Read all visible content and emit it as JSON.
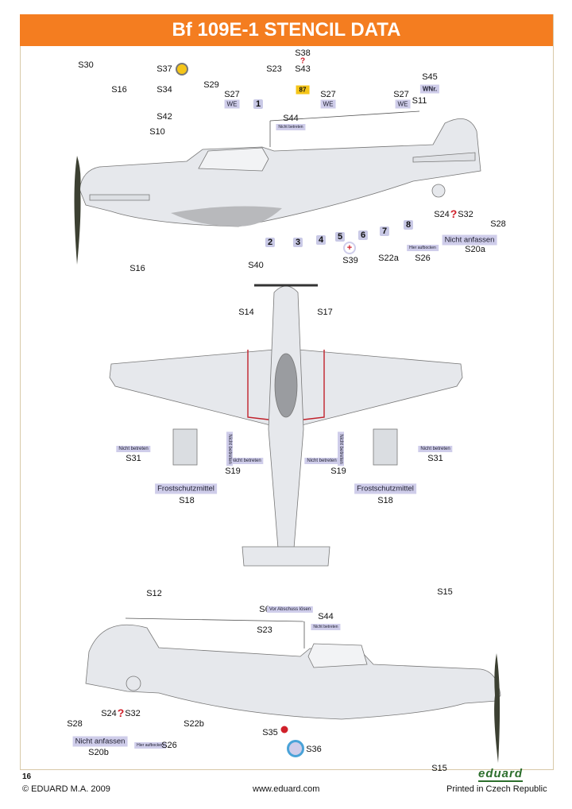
{
  "header": {
    "title": "Bf 109E-1 STENCIL DATA"
  },
  "top_view": {
    "labels": [
      "S30",
      "S16",
      "S37",
      "S34",
      "S29",
      "S27",
      "S42",
      "S10",
      "S23",
      "S38",
      "?",
      "S43",
      "S27",
      "S44",
      "S45",
      "S27",
      "S11",
      "S24",
      "S32",
      "S28",
      "S20a",
      "S39",
      "S22a",
      "S26",
      "S16",
      "S40"
    ],
    "numbers": [
      "1",
      "2",
      "3",
      "4",
      "5",
      "6",
      "7",
      "8"
    ],
    "tags": {
      "wnr": "WNr.",
      "we": "WE",
      "nicht_anfassen": "Nicht anfassen",
      "triangle_number": "87",
      "nicht_betreten": "Nicht betreten",
      "hier_aufbocken": "Hier aufbocken"
    }
  },
  "plan_view": {
    "labels": [
      "S14",
      "S17",
      "S31",
      "S31",
      "S19",
      "S19",
      "S18",
      "S18"
    ],
    "tags": {
      "frost": "Frostschutzmittel",
      "nicht_betreten": "Nicht betreten"
    }
  },
  "bottom_view": {
    "labels": [
      "S12",
      "S6",
      "S44",
      "S23",
      "S15",
      "S24",
      "S32",
      "S28",
      "S22b",
      "S20b",
      "S26",
      "S35",
      "S36",
      "S15",
      "?"
    ],
    "tags": {
      "vor_abschuss": "Vor Abschuss lösen",
      "nicht_anfassen": "Nicht anfassen",
      "hier_aufbocken": "Hier aufbocken",
      "nicht_betreten": "Nicht betreten"
    }
  },
  "footer": {
    "page": "16",
    "copyright": "© EDUARD M.A. 2009",
    "url": "www.eduard.com",
    "printed": "Printed in Czech Republic",
    "logo": "eduard"
  },
  "colors": {
    "header": "#f47d20",
    "aircraft": "#e6e8ec",
    "stencil": "#cfcdea",
    "red": "#d0202a"
  }
}
